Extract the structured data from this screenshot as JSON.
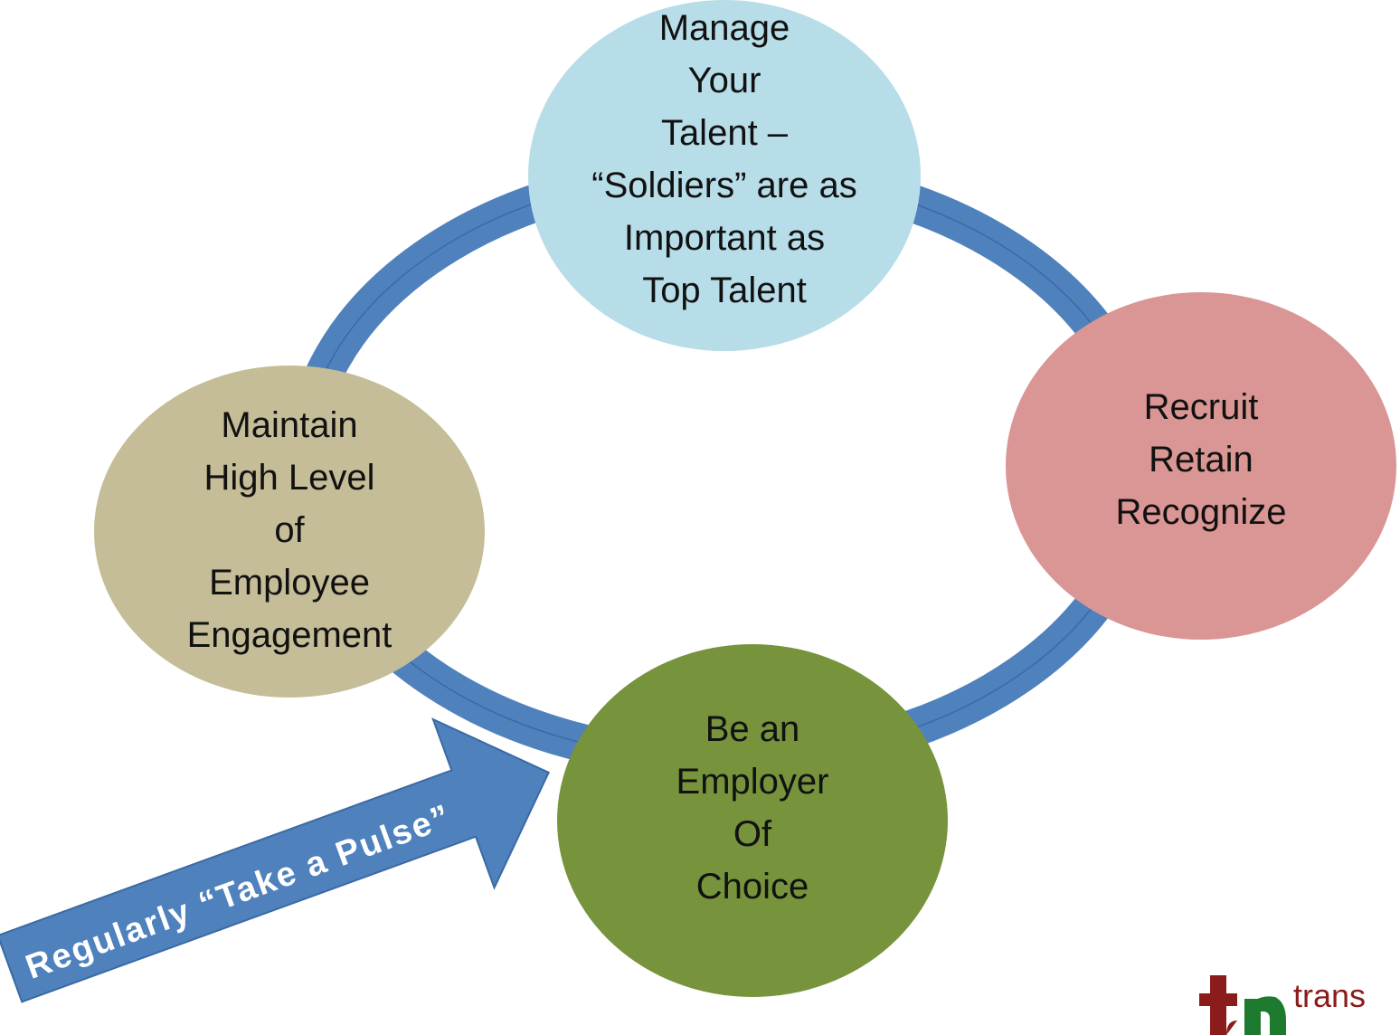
{
  "diagram": {
    "nodes": [
      {
        "id": "top",
        "text": "Manage\nYour\nTalent –\n“Soldiers” are as\nImportant as\nTop Talent",
        "color": "#b7dde8"
      },
      {
        "id": "right",
        "text": "Recruit\nRetain\nRecognize",
        "color": "#d99694"
      },
      {
        "id": "left",
        "text": "Maintain\nHigh Level\nof\nEmployee\nEngagement",
        "color": "#c4bd97"
      },
      {
        "id": "bottom",
        "text": "Be an\nEmployer\nOf\nChoice",
        "color": "#77933c"
      }
    ],
    "cycle_ring_color": "#4f81bd",
    "arrow": {
      "label": "Regularly “Take a Pulse”",
      "color": "#4f81bd",
      "points_to": "bottom"
    }
  },
  "logo": {
    "text": "trans",
    "color": "#8b1c1c"
  }
}
